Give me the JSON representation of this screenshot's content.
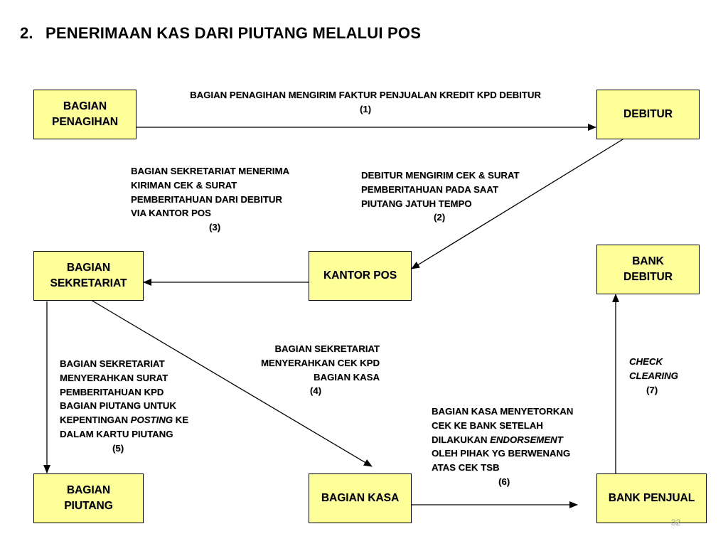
{
  "title": {
    "number": "2.",
    "text": "PENERIMAAN KAS DARI PIUTANG MELALUI POS"
  },
  "boxes": {
    "bagian_penagihan": "BAGIAN\nPENAGIHAN",
    "debitur": "DEBITUR",
    "bagian_sekretariat": "BAGIAN\nSEKRETARIAT",
    "kantor_pos": "KANTOR POS",
    "bank_debitur": "BANK\nDEBITUR",
    "bagian_piutang": "BAGIAN\nPIUTANG",
    "bagian_kasa": "BAGIAN KASA",
    "bank_penjual": "BANK PENJUAL"
  },
  "labels": {
    "step1": {
      "lines": [
        "BAGIAN PENAGIHAN MENGIRIM FAKTUR PENJUALAN KREDIT KPD DEBITUR"
      ],
      "step": "(1)"
    },
    "step2": {
      "lines": [
        "DEBITUR MENGIRIM CEK & SURAT",
        "PEMBERITAHUAN PADA SAAT",
        "PIUTANG JATUH TEMPO"
      ],
      "step": "(2)"
    },
    "step3": {
      "lines": [
        "BAGIAN SEKRETARIAT MENERIMA",
        "KIRIMAN CEK & SURAT",
        "PEMBERITAHUAN DARI DEBITUR",
        "VIA KANTOR POS"
      ],
      "step": "(3)"
    },
    "step4": {
      "lines": [
        "BAGIAN SEKRETARIAT",
        "MENYERAHKAN CEK KPD",
        "BAGIAN KASA"
      ],
      "step": "(4)"
    },
    "step5": {
      "lines": [
        "BAGIAN SEKRETARIAT",
        "MENYERAHKAN SURAT",
        "PEMBERITAHUAN KPD",
        "BAGIAN PIUTANG UNTUK"
      ],
      "line5_pre": "KEPENTINGAN ",
      "line5_em": "POSTING",
      "line5_post": " KE",
      "line6": "DALAM KARTU PIUTANG",
      "step": "(5)"
    },
    "step6": {
      "lines": [
        "BAGIAN KASA MENYETORKAN",
        "CEK KE BANK SETELAH"
      ],
      "line3_pre": "DILAKUKAN ",
      "line3_em": "ENDORSEMENT",
      "line4": "OLEH PIHAK YG BERWENANG",
      "line5": "ATAS CEK TSB",
      "step": "(6)"
    },
    "step7": {
      "lines": [
        "CHECK",
        "CLEARING"
      ],
      "step": "(7)"
    }
  },
  "page_number": "32",
  "colors": {
    "box_fill": "#ffff99",
    "stroke": "#000000"
  }
}
